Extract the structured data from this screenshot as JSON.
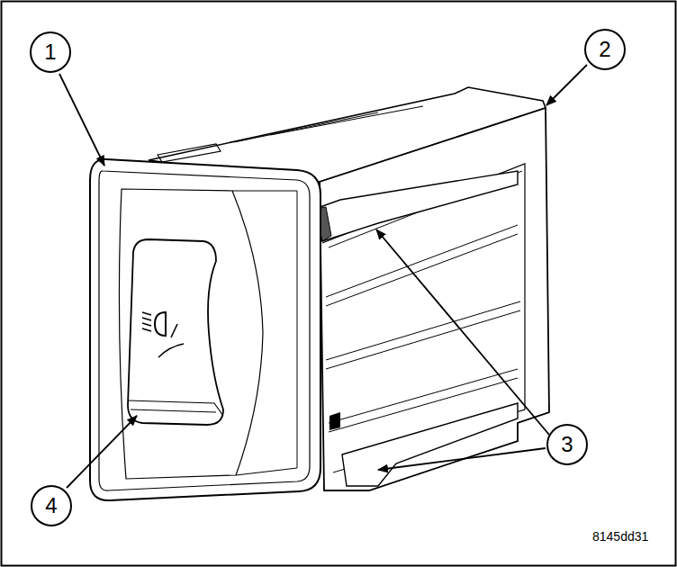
{
  "diagram": {
    "labels": [
      "1",
      "2",
      "3",
      "4",
      "8145dd31"
    ]
  }
}
